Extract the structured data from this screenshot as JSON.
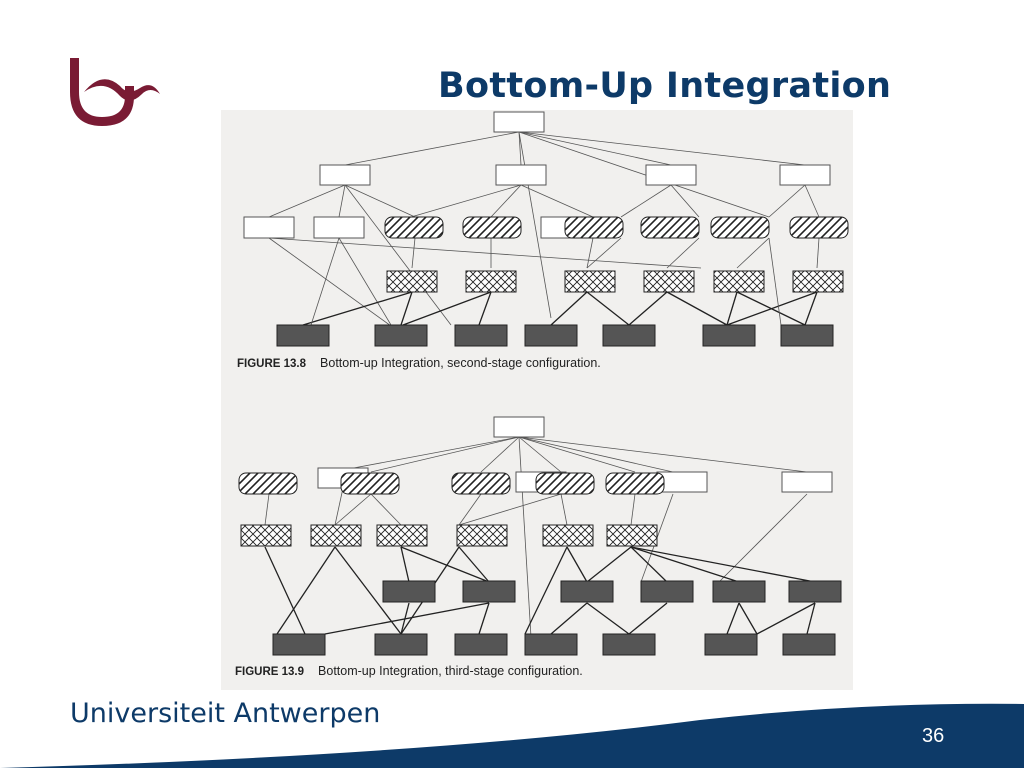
{
  "slide": {
    "title": "Bottom-Up Integration",
    "page_number": "36",
    "footer_brand": "Universiteit Antwerpen",
    "colors": {
      "title": "#0d3a68",
      "logo": "#7a1b34",
      "footer_band": "#0d3a68"
    }
  },
  "figures": [
    {
      "number": "FIGURE 13.8",
      "caption": "Bottom-up Integration, second-stage configuration."
    },
    {
      "number": "FIGURE 13.9",
      "caption": "Bottom-up Integration, third-stage configuration."
    }
  ]
}
